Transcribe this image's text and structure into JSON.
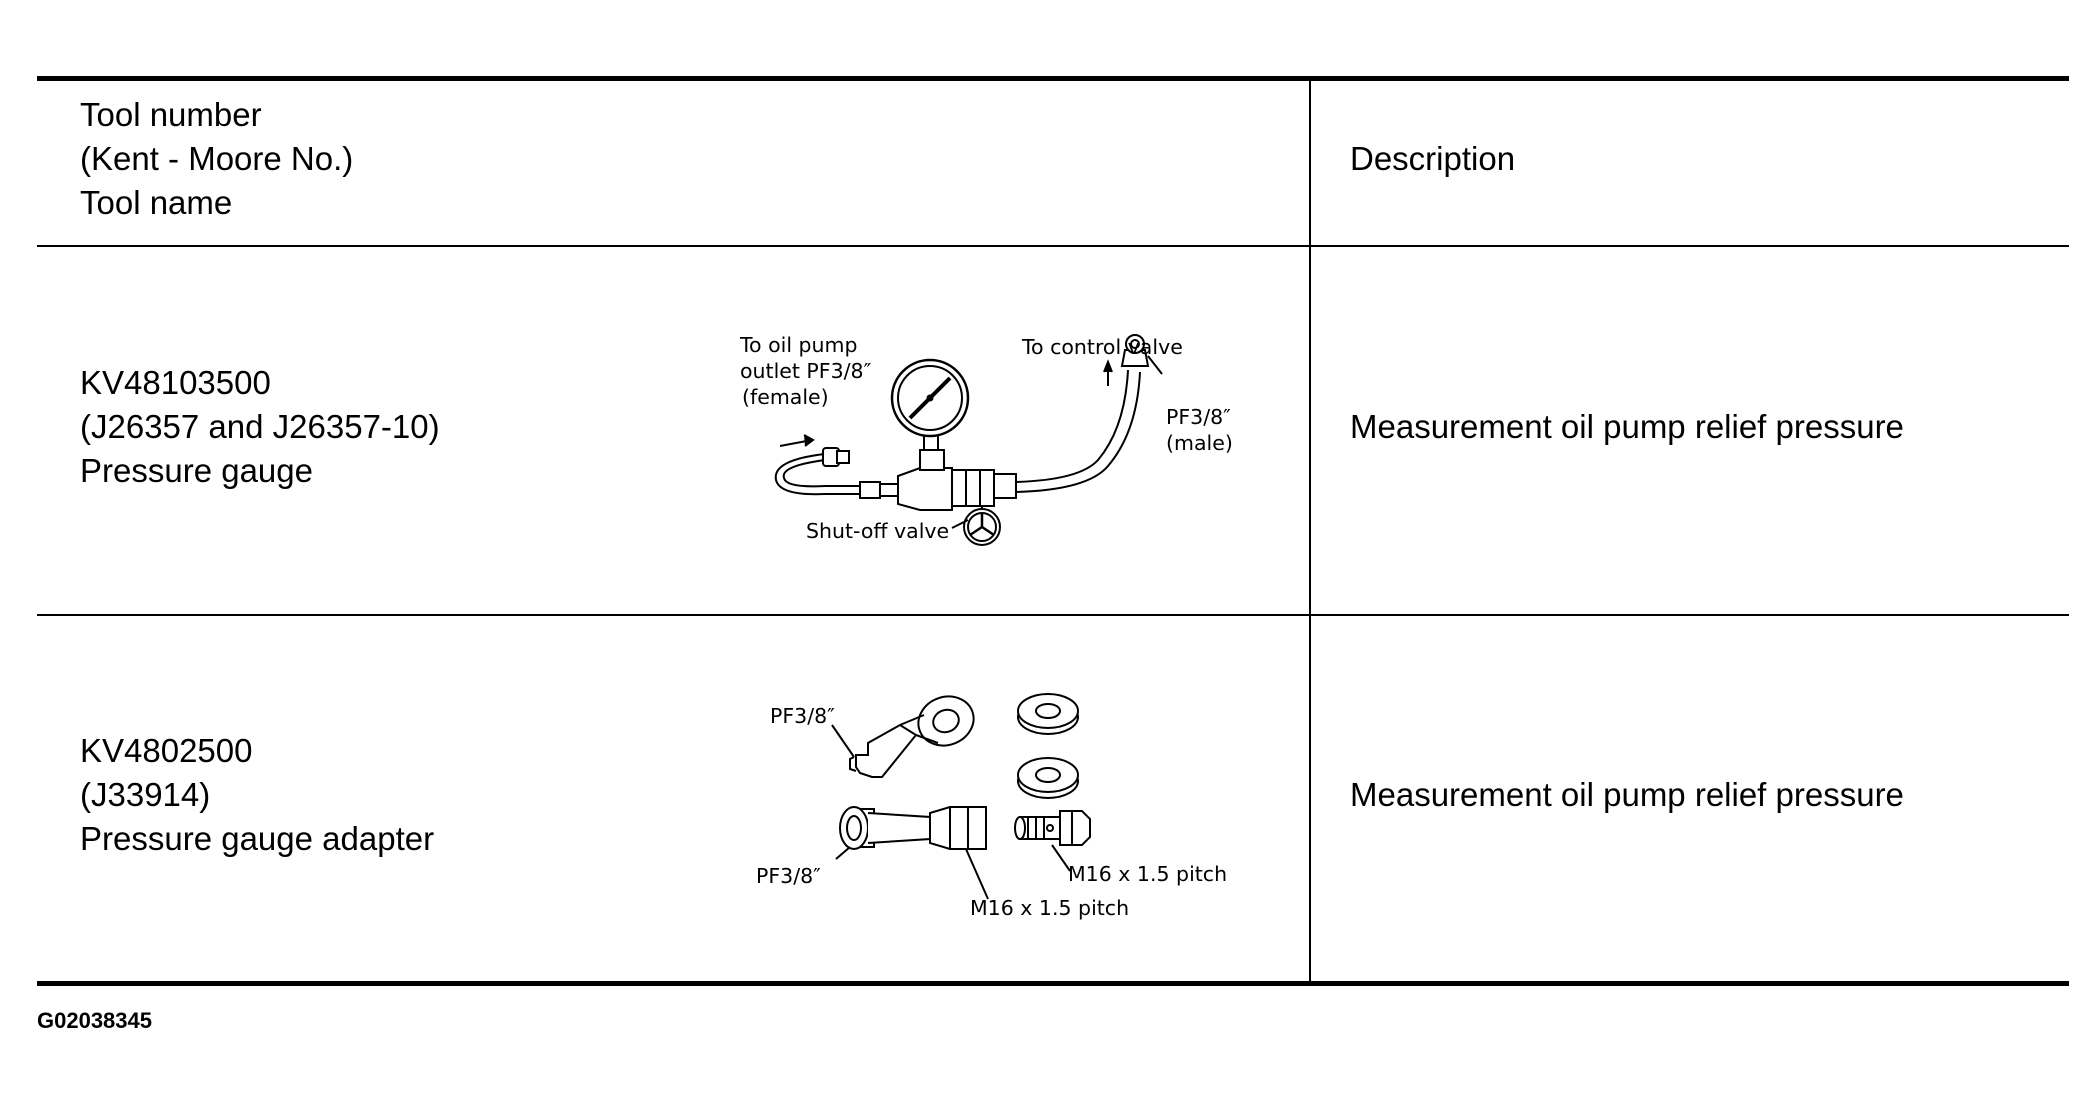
{
  "table": {
    "header": {
      "tool_col": [
        "Tool number",
        "(Kent - Moore No.)",
        "Tool name"
      ],
      "description_col": "Description"
    },
    "rows": [
      {
        "tool_number": "KV48103500",
        "kent_moore_no": "(J26357 and J26357-10)",
        "tool_name": "Pressure gauge",
        "description": "Measurement oil pump relief pressure",
        "figure_labels": {
          "oil_pump_1": "To oil pump",
          "oil_pump_2": "outlet PF3/8″",
          "oil_pump_3": "(female)",
          "control_valve": "To control valve",
          "male_1": "PF3/8″",
          "male_2": "(male)",
          "shutoff": "Shut-off valve"
        }
      },
      {
        "tool_number": "KV4802500",
        "kent_moore_no": "(J33914)",
        "tool_name": "Pressure gauge adapter",
        "description": "Measurement oil pump relief pressure",
        "figure_labels": {
          "pf_top": "PF3/8″",
          "pf_bottom": "PF3/8″",
          "pitch_right": "M16 x 1.5 pitch",
          "pitch_bottom": "M16 x 1.5 pitch"
        }
      }
    ]
  },
  "figure_code": "G02038345"
}
